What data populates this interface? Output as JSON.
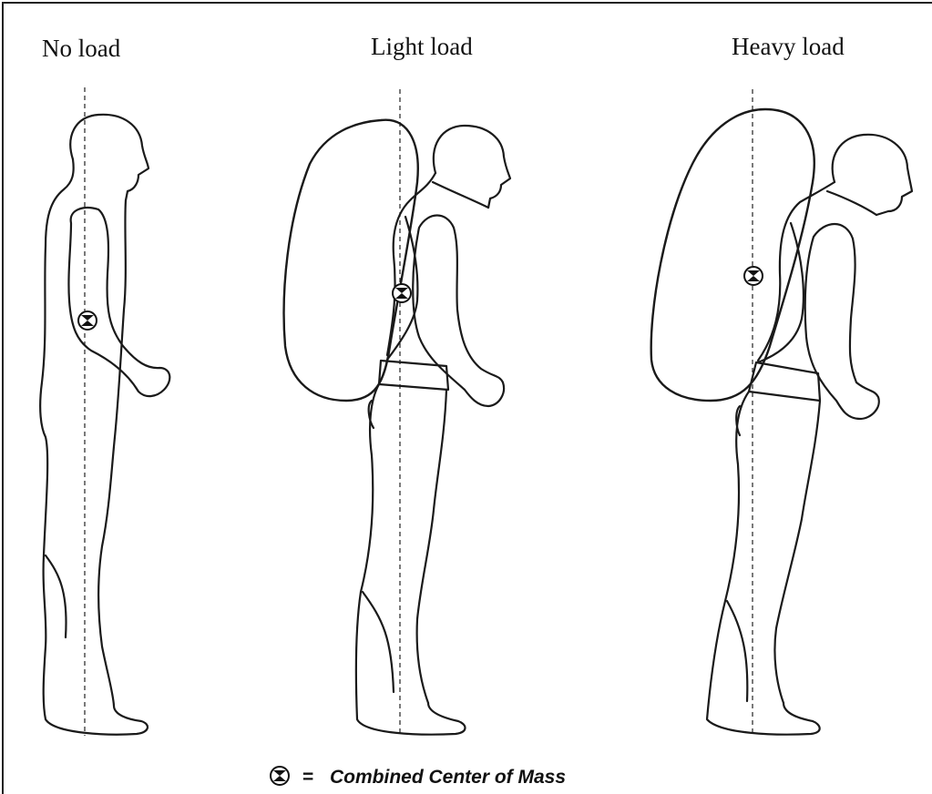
{
  "panels": [
    {
      "title": "No load"
    },
    {
      "title": "Light load"
    },
    {
      "title": "Heavy load"
    }
  ],
  "legend": {
    "equals": "=",
    "label": "Combined Center of Mass",
    "symbol_icon": "center-of-mass-icon"
  },
  "colors": {
    "ink": "#1a1a1a",
    "background": "#ffffff"
  }
}
